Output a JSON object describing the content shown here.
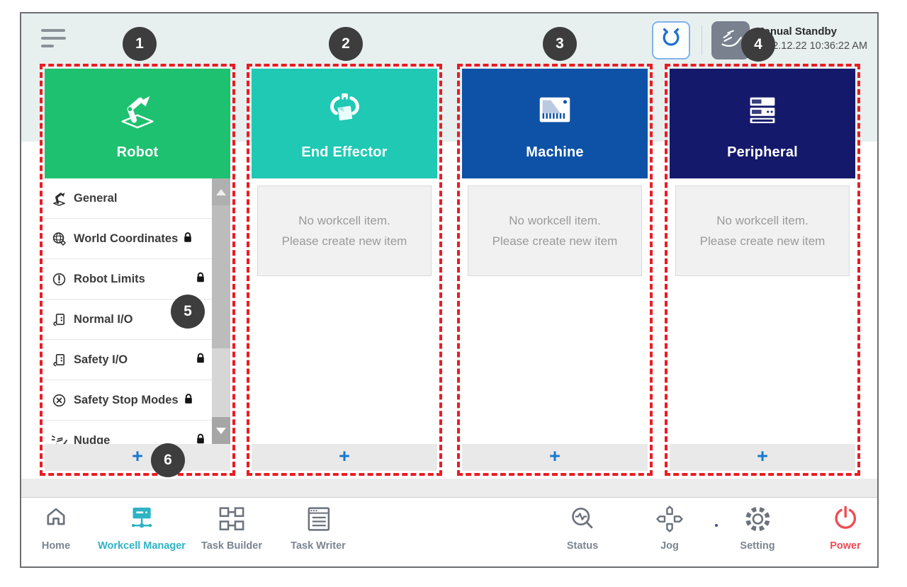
{
  "top_bar": {
    "menu_icon": "hamburger-icon",
    "robot_button_icon": "gripper-icon",
    "hand_button_icon": "hand-icon",
    "status_label": "Manual Standby",
    "status_time": "2022.12.22 10:36:22 AM"
  },
  "callouts": [
    "1",
    "2",
    "3",
    "4",
    "5",
    "6"
  ],
  "columns": [
    {
      "title": "Robot",
      "color": "#1ec16f",
      "icon": "robot-arm-icon",
      "items": [
        {
          "label": "General",
          "icon": "robot-icon",
          "locked": false
        },
        {
          "label": "World Coordinates",
          "icon": "world-coordinates-icon",
          "locked": true
        },
        {
          "label": "Robot Limits",
          "icon": "robot-limits-icon",
          "locked": true
        },
        {
          "label": "Normal I/O",
          "icon": "io-icon",
          "locked": false
        },
        {
          "label": "Safety I/O",
          "icon": "io-icon",
          "locked": true
        },
        {
          "label": "Safety Stop Modes",
          "icon": "stop-modes-icon",
          "locked": true
        },
        {
          "label": "Nudge",
          "icon": "nudge-icon",
          "locked": true
        }
      ],
      "add_label": "+"
    },
    {
      "title": "End Effector",
      "color": "#1fc9b4",
      "icon": "gripper-box-icon",
      "empty_line1": "No workcell item.",
      "empty_line2": "Please create new item",
      "add_label": "+"
    },
    {
      "title": "Machine",
      "color": "#0d52a7",
      "icon": "machine-icon",
      "empty_line1": "No workcell item.",
      "empty_line2": "Please create new item",
      "add_label": "+"
    },
    {
      "title": "Peripheral",
      "color": "#15196b",
      "icon": "peripheral-icon",
      "empty_line1": "No workcell item.",
      "empty_line2": "Please create new item",
      "add_label": "+"
    }
  ],
  "bottom_nav": {
    "active_color": "#2db3c4",
    "power_color": "#ef4b52",
    "items": [
      {
        "label": "Home",
        "icon": "home-icon"
      },
      {
        "label": "Workcell Manager",
        "icon": "workcell-manager-icon"
      },
      {
        "label": "Task Builder",
        "icon": "task-builder-icon"
      },
      {
        "label": "Task Writer",
        "icon": "task-writer-icon"
      },
      {
        "label": "Status",
        "icon": "status-icon"
      },
      {
        "label": "Jog",
        "icon": "jog-icon"
      },
      {
        "label": "Setting",
        "icon": "setting-icon"
      },
      {
        "label": "Power",
        "icon": "power-icon"
      }
    ]
  }
}
